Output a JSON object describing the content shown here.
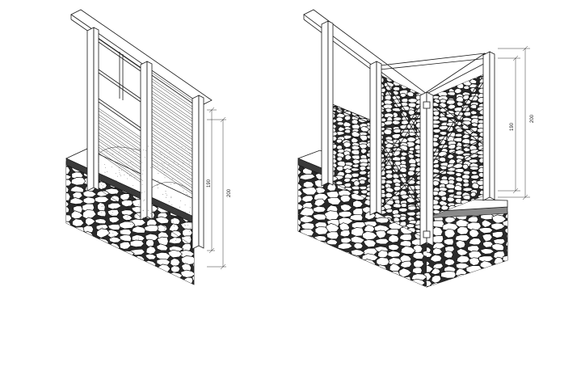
{
  "drawings": [
    {
      "dimensions": {
        "inner": "190",
        "outer": "200"
      }
    },
    {
      "dimensions": {
        "inner": "190",
        "outer": "200"
      }
    }
  ]
}
